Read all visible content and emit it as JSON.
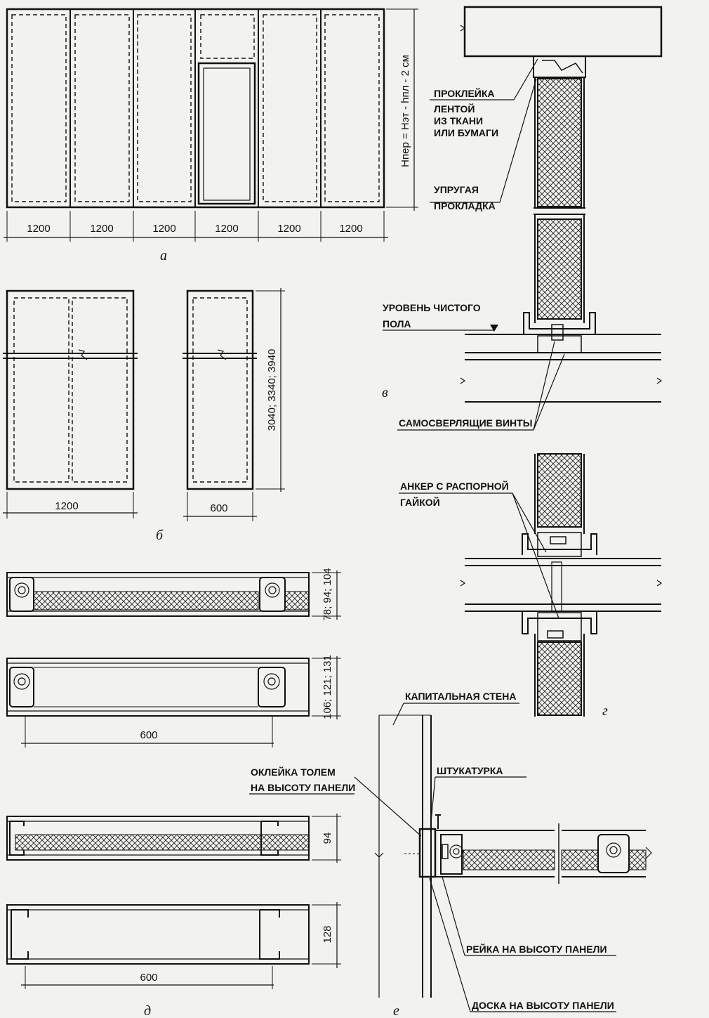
{
  "figures": {
    "a": {
      "letter": "а",
      "widths": [
        "1200",
        "1200",
        "1200",
        "1200",
        "1200",
        "1200"
      ],
      "height_formula": "Hпер = Hэт - hпл - 2 см"
    },
    "b": {
      "letter": "б",
      "width_wide": "1200",
      "width_narrow": "600",
      "heights": "3040; 3340; 3940"
    },
    "v": {
      "letter": "в",
      "label_tape": [
        "ПРОКЛЕЙКА",
        "ЛЕНТОЙ",
        "ИЗ ТКАНИ",
        "ИЛИ БУМАГИ"
      ],
      "label_gasket": [
        "УПРУГАЯ",
        "ПРОКЛАДКА"
      ],
      "label_floor": [
        "УРОВЕНЬ ЧИСТОГО",
        "ПОЛА"
      ],
      "label_screws": "САМОСВЕРЛЯЩИЕ ВИНТЫ"
    },
    "g": {
      "letter": "г",
      "label_anchor": [
        "АНКЕР С РАСПОРНОЙ",
        "ГАЙКОЙ"
      ]
    },
    "sections_wood": {
      "thickness_1": "78; 94; 104",
      "thickness_2": "106; 121; 131",
      "width": "600"
    },
    "d": {
      "letter": "д",
      "thickness_1": "94",
      "thickness_2": "128",
      "width": "600"
    },
    "e": {
      "letter": "е",
      "label_capital_wall": "КАПИТАЛЬНАЯ СТЕНА",
      "label_roofing": [
        "ОКЛЕЙКА ТОЛЕМ",
        "НА ВЫСОТУ ПАНЕЛИ"
      ],
      "label_plaster": "ШТУКАТУРКА",
      "label_batten": "РЕЙКА НА ВЫСОТУ ПАНЕЛИ",
      "label_board": "ДОСКА НА ВЫСОТУ ПАНЕЛИ"
    }
  }
}
